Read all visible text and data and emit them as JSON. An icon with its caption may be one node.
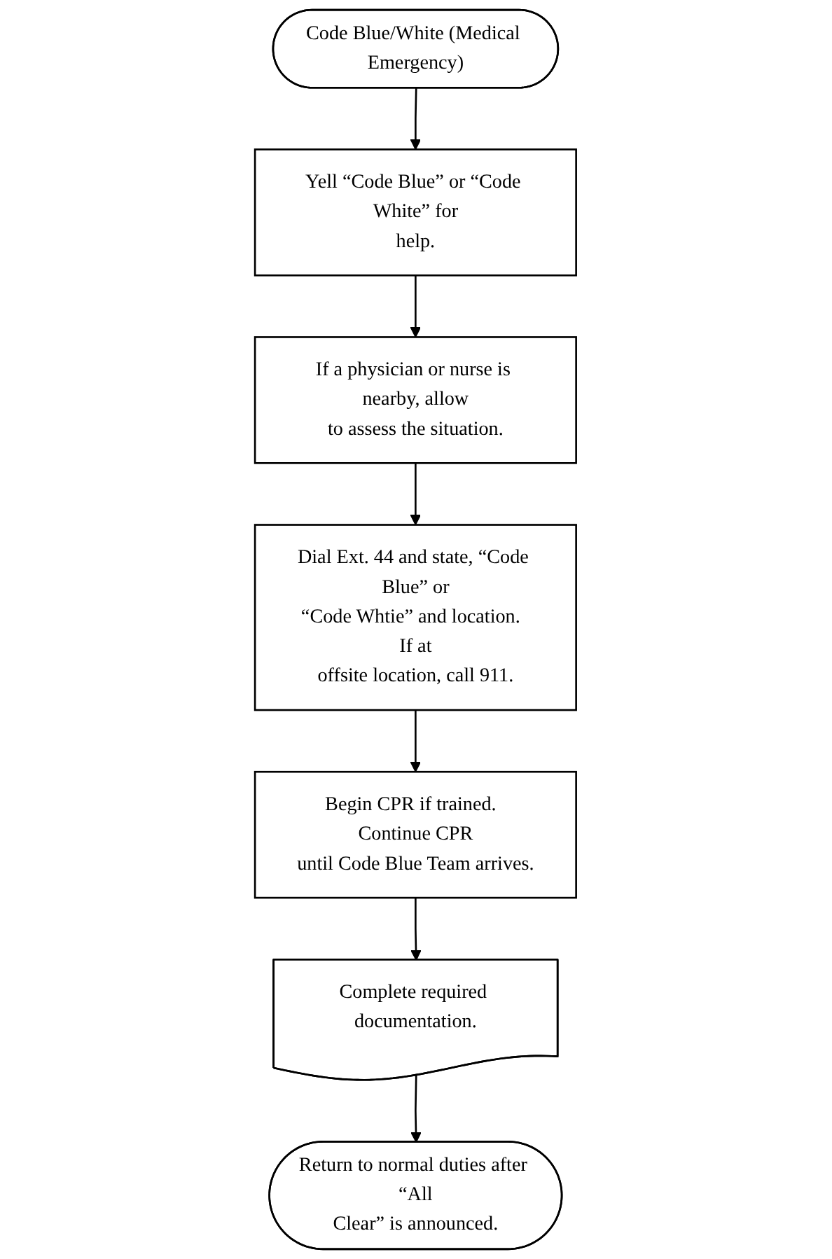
{
  "diagram": {
    "nodes": [
      {
        "text": [
          "Code Blue/White (Medical Emergency)"
        ]
      },
      {
        "text": [
          "Yell “Code Blue” or “Code White” for help."
        ]
      },
      {
        "text": [
          "If a physician or nurse is nearby, allow to assess the situation."
        ]
      },
      {
        "text": [
          "Dial Ext. 44 and state, “Code Blue” or “Code Whtie” and location.  If at offsite location, call 911."
        ]
      },
      {
        "text": [
          "Begin CPR if trained.  Continue CPR until Code Blue Team arrives."
        ]
      },
      {
        "text": [
          "Complete required documentation."
        ]
      },
      {
        "text": [
          "Return to normal duties after “All Clear” is announced."
        ]
      }
    ],
    "edges": [
      {
        "from": 0,
        "to": 1,
        "arrow": "to"
      },
      {
        "from": 1,
        "to": 2,
        "arrow": "to"
      },
      {
        "from": 2,
        "to": 3,
        "arrow": "to"
      },
      {
        "from": 3,
        "to": 4,
        "arrow": "to"
      },
      {
        "from": 4,
        "to": 5,
        "arrow": "to"
      },
      {
        "from": 5,
        "to": 6,
        "arrow": "to"
      }
    ]
  }
}
